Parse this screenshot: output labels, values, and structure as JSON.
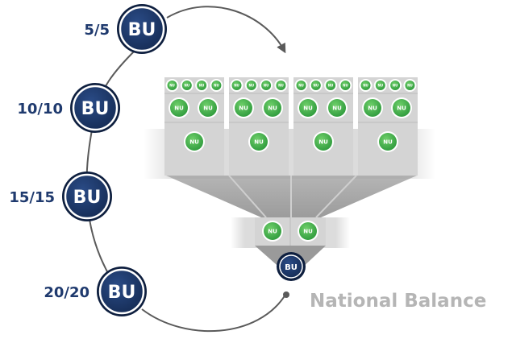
{
  "cycle": {
    "steps": [
      {
        "ratio": "5/5",
        "badge": "BU"
      },
      {
        "ratio": "10/10",
        "badge": "BU"
      },
      {
        "ratio": "15/15",
        "badge": "BU"
      },
      {
        "ratio": "20/20",
        "badge": "BU"
      }
    ]
  },
  "structure": {
    "top_columns": 4,
    "small_nodes_per_column": 4,
    "medium_nodes_per_column": 2,
    "large_nodes_per_column": 1,
    "middle_nodes": 2,
    "node_label": "NU",
    "apex_label": "BU"
  },
  "title": "National Balance",
  "colors": {
    "bu_navy": "#1b3563",
    "bu_ring": "#0e1f3f",
    "ratio_text": "#1f3a6e",
    "nu_green": "#3cae49",
    "arrow": "#5a5a5a",
    "title_gray": "#b5b5b5",
    "panel_gray": "#d2d2d2",
    "funnel_gray": "#9f9f9f"
  }
}
